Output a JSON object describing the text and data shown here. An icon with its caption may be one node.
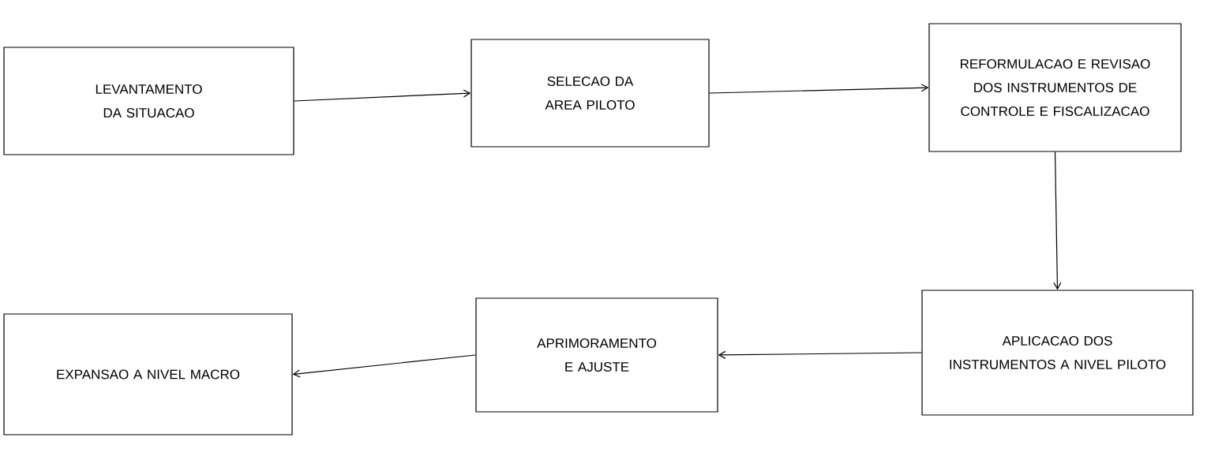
{
  "diagram": {
    "nodes": [
      {
        "text": [
          "LEVANTAMENTO DA SITUACAO"
        ]
      },
      {
        "text": [
          "SELECAO DA AREA PILOTO"
        ]
      },
      {
        "text": [
          "REFORMULACAO E REVISAO DOS INSTRUMENTOS DE CONTROLE E FISCALIZACAO"
        ]
      },
      {
        "text": [
          "APLICACAO DOS INSTRUMENTOS A NIVEL PILOTO"
        ]
      },
      {
        "text": [
          "APRIMORAMENTO E AJUSTE"
        ]
      },
      {
        "text": [
          "EXPANSAO A NIVEL MACRO"
        ]
      }
    ],
    "edges": [
      {
        "from": 0,
        "to": 1,
        "arrow": "to"
      },
      {
        "from": 1,
        "to": 2,
        "arrow": "to"
      },
      {
        "from": 2,
        "to": 3,
        "arrow": "to"
      },
      {
        "from": 3,
        "to": 4,
        "arrow": "to"
      },
      {
        "from": 4,
        "to": 5,
        "arrow": "to"
      }
    ]
  }
}
